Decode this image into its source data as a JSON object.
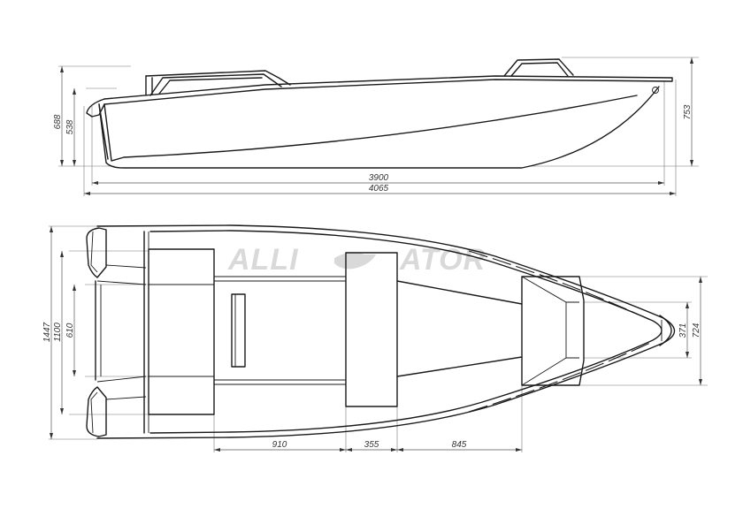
{
  "drawing": {
    "title": "Boat hull dimensional drawing",
    "watermark": {
      "left": "ALLI",
      "right": "ATOR",
      "icon": "alligator-head-icon",
      "color": "#d9d9d9"
    },
    "units": "mm",
    "side_view": {
      "dimensions": {
        "transom_total_height": "688",
        "transom_hull_height": "538",
        "bow_height": "753",
        "hull_length": "3900",
        "overall_length": "4065"
      }
    },
    "top_view": {
      "dimensions": {
        "overall_beam": "1447",
        "inner_beam": "1100",
        "transom_well_width": "610",
        "bow_deck_width": "724",
        "bow_tip_width": "371",
        "seat_to_seat": "910",
        "middle_seat_width": "355",
        "seat_to_bow_deck": "845"
      }
    },
    "colors": {
      "line": "#1a1a1a",
      "dimension": "#555555",
      "background": "#ffffff"
    }
  }
}
